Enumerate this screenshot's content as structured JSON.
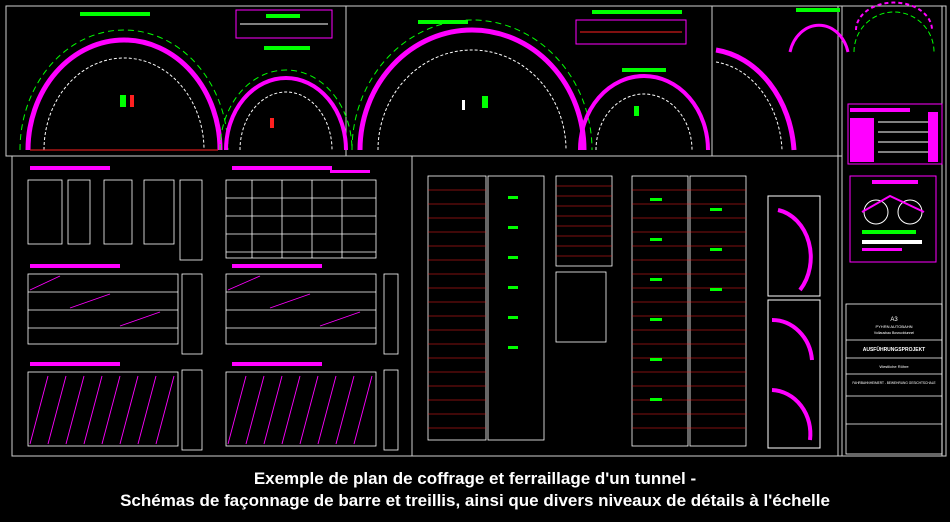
{
  "caption": {
    "line1": "Exemple de plan de coffrage et ferraillage d'un tunnel -",
    "line2": "Schémas de façonnage de barre et treillis, ainsi que divers niveaux de détails à l'échelle"
  },
  "colors": {
    "background": "#000000",
    "frame": "#d9d9d9",
    "magenta": "#ff00ff",
    "green": "#00ff00",
    "red": "#ff2020",
    "white": "#ffffff",
    "yellow": "#ffff00"
  },
  "titleblock": {
    "project_code": "A3",
    "line_a": "PYHRN AUTOBAHN",
    "line_b": "Vollausbau Bosrucktunnel",
    "stage": "AUSFÜHRUNGSPROJEKT",
    "line_c": "Westliche Röhre",
    "sheet_title": "FAHRBAHNHEIMERT - BEWEHRUNG GESICHTSCHALE"
  }
}
